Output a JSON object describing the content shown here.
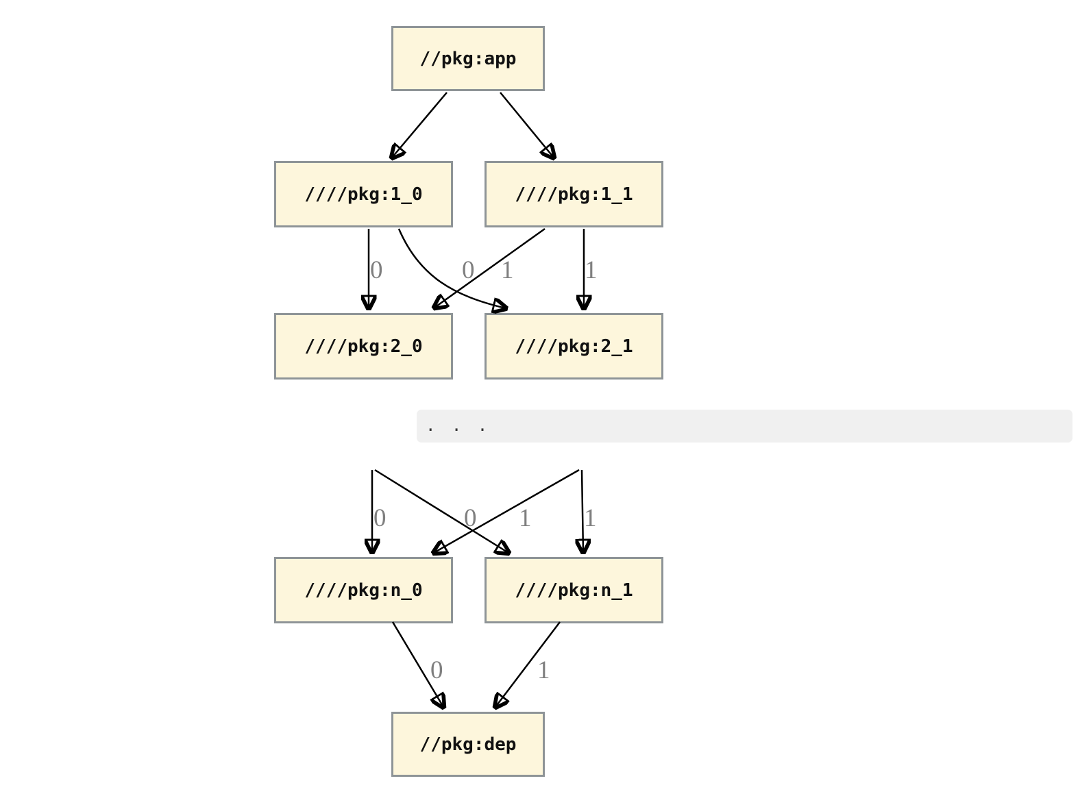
{
  "diagram": {
    "nodes": {
      "app": {
        "label": "//pkg:app"
      },
      "l1_0": {
        "label": "////pkg:1_0"
      },
      "l1_1": {
        "label": "////pkg:1_1"
      },
      "l2_0": {
        "label": "////pkg:2_0"
      },
      "l2_1": {
        "label": "////pkg:2_1"
      },
      "ln_0": {
        "label": "////pkg:n_0"
      },
      "ln_1": {
        "label": "////pkg:n_1"
      },
      "dep": {
        "label": "//pkg:dep"
      }
    },
    "ellipsis": ". . .",
    "edge_labels": {
      "e_1_0_to_2_0": "0",
      "e_1_0_to_2_1": "1",
      "e_1_1_to_2_0": "0",
      "e_1_1_to_2_1": "1",
      "e_prev0_to_n_0": "0",
      "e_prev0_to_n_1": "1",
      "e_prev1_to_n_0": "0",
      "e_prev1_to_n_1": "1",
      "e_n_0_to_dep": "0",
      "e_n_1_to_dep": "1"
    },
    "colors": {
      "node_fill": "#fdf6dc",
      "node_border": "#8e9497",
      "edge": "#000000",
      "edge_label": "#7f7f7f",
      "band_bg": "#f0f0f0"
    }
  }
}
